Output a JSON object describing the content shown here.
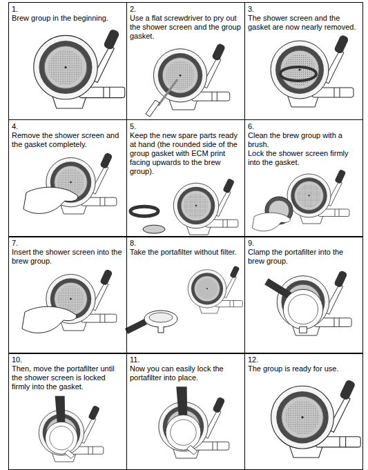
{
  "diagram": {
    "nodes": [
      {
        "text": [
          "1.",
          "Brew group in the beginning."
        ]
      },
      {
        "text": [
          "2.",
          "Use a flat screwdriver to pry out the shower screen and the group gasket."
        ]
      },
      {
        "text": [
          "3.",
          "The shower screen and the gasket are now nearly removed."
        ]
      },
      {
        "text": [
          "4.",
          "Remove the shower screen and the gasket completely."
        ]
      },
      {
        "text": [
          "5.",
          "Keep the new spare parts ready at hand (the rounded side of the group gasket with ECM print facing upwards to the brew group)."
        ]
      },
      {
        "text": [
          "6.",
          "Clean the brew group with a brush.",
          "Lock the shower screen firmly into the gasket."
        ]
      },
      {
        "text": [
          "7.",
          "Insert the shower screen into the brew group."
        ]
      },
      {
        "text": [
          "8.",
          "Take the portafilter without filter."
        ]
      },
      {
        "text": [
          "9.",
          "Clamp the portafilter into the brew group."
        ]
      },
      {
        "text": [
          "10.",
          "Then, move the portafilter until the shower screen is locked firmly into the gasket."
        ]
      },
      {
        "text": [
          "11.",
          "Now you can easily lock the portafilter into place."
        ]
      },
      {
        "text": [
          "12.",
          "The group is ready for use."
        ]
      }
    ]
  }
}
